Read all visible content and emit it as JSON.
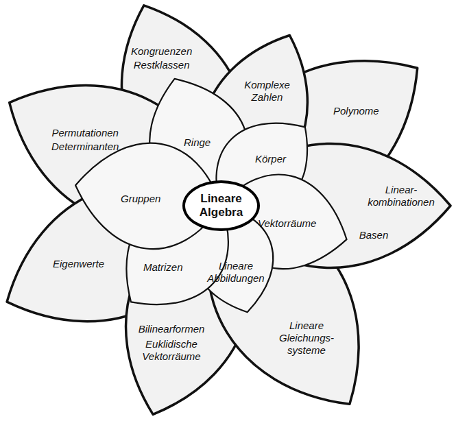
{
  "diagram": {
    "nodes": [
      {
        "text": [
          "Kongruenzen",
          "Restklassen"
        ]
      },
      {
        "text": [
          "Komplexe Zahlen"
        ]
      },
      {
        "text": [
          "Polynome"
        ]
      },
      {
        "text": [
          "Permutationen",
          "Determinanten"
        ]
      },
      {
        "text": [
          "Ringe"
        ]
      },
      {
        "text": [
          "Körper"
        ]
      },
      {
        "text": [
          "Linear-kombinationen",
          "Basen"
        ]
      },
      {
        "text": [
          "Gruppen"
        ]
      },
      {
        "text": [
          "Lineare Algebra"
        ]
      },
      {
        "text": [
          "Vektorräume"
        ]
      },
      {
        "text": [
          "Eigenwerte"
        ]
      },
      {
        "text": [
          "Matrizen"
        ]
      },
      {
        "text": [
          "Lineare Abbildungen"
        ]
      },
      {
        "text": [
          "Lineare Gleichungs-systeme"
        ]
      },
      {
        "text": [
          "Bilinearformen",
          "Euklidische Vektorräume"
        ]
      }
    ]
  }
}
